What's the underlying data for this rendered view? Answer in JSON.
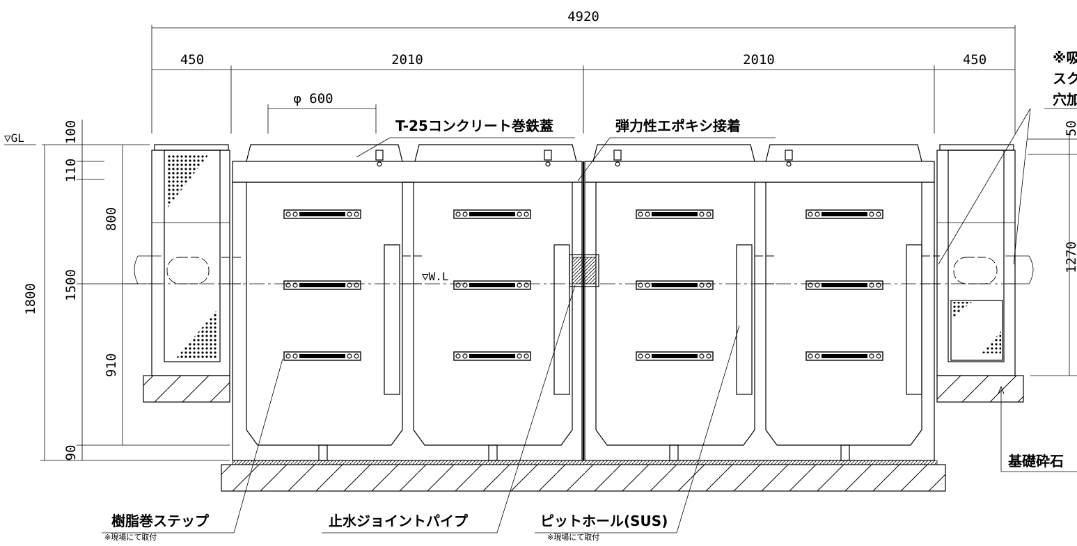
{
  "dimensions": {
    "overall_width": "4920",
    "left_end": "450",
    "tank1": "2010",
    "tank2": "2010",
    "right_end": "450",
    "cover_dia": "φ 600",
    "gl_offset": "100",
    "slab": "110",
    "upper": "800",
    "lower": "910",
    "wall_height": "1500",
    "total_height": "1800",
    "base": "90",
    "right_top": "50",
    "right_height": "1270"
  },
  "markers": {
    "ground_level": "▽GL",
    "water_level": "▽W.L"
  },
  "labels": {
    "cover": "T-25コンクリート巻鉄蓋",
    "epoxy": "弾力性エポキシ接着",
    "step": "樹脂巻ステップ",
    "step_note": "※現場にて取付",
    "joint_pipe": "止水ジョイントパイプ",
    "pit_hole": "ピットホール(SUS)",
    "pit_note": "※現場にて取付",
    "foundation": "基礎砕石",
    "note_right_1": "※吸",
    "note_right_2": "スク",
    "note_right_3": "穴加"
  }
}
